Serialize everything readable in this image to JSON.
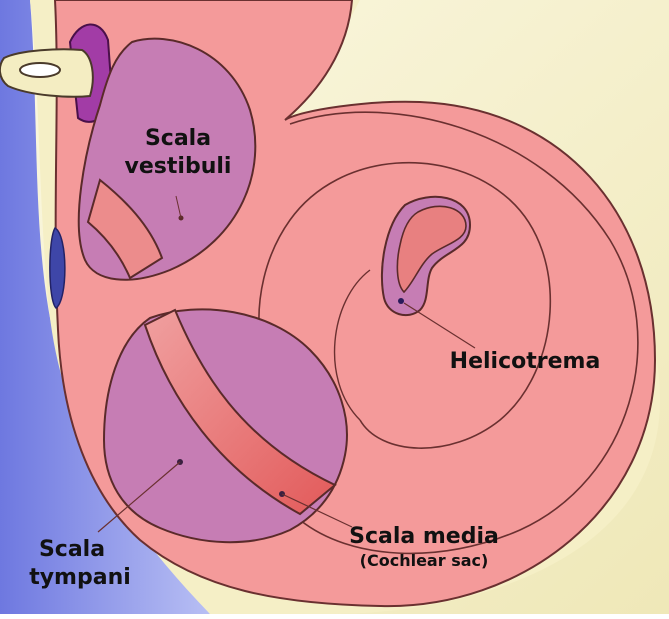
{
  "labels": {
    "scala_vestibuli_line1": "Scala",
    "scala_vestibuli_line2": "vestibuli",
    "helicotrema": "Helicotrema",
    "scala_tympani_line1": "Scala",
    "scala_tympani_line2": "tympani",
    "scala_media": "Scala media",
    "scala_media_sub": "(Cochlear sac)"
  },
  "colors": {
    "background_cream": "#f6f1c6",
    "background_blue": "#7b86e8",
    "cochlea_pink": "#f49a9a",
    "scala_purple": "#c67db4",
    "scala_media_red": "#e66e6e",
    "stapes_cream": "#f4edc2",
    "stapes_purple": "#a23ca6",
    "round_window_blue": "#3e46a8",
    "outline": "#5a2a2a"
  }
}
